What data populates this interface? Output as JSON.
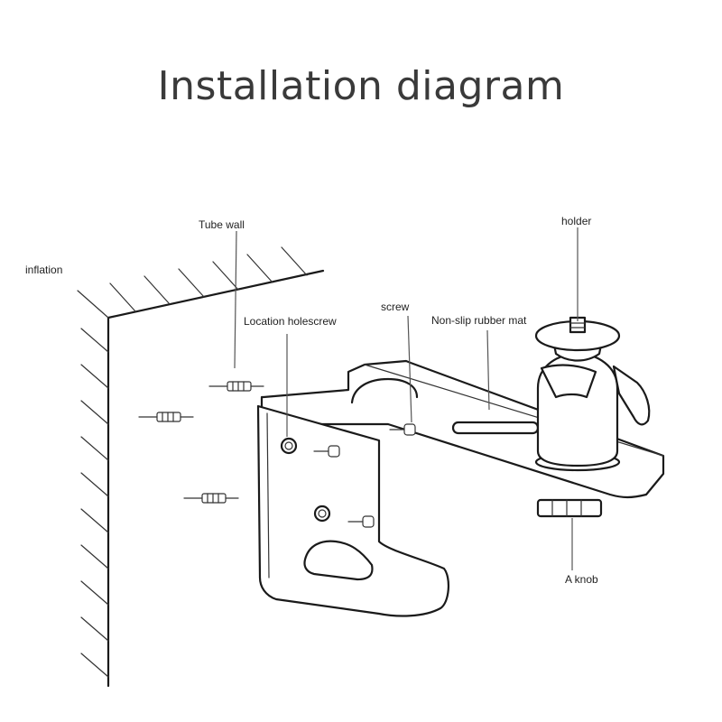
{
  "title": "Installation diagram",
  "labels": {
    "inflation": "inflation",
    "tube_wall": "Tube wall",
    "location_holescrew": "Location holescrew",
    "screw": "screw",
    "non_slip_rubber_mat": "Non-slip rubber mat",
    "holder": "holder",
    "a_knob": "A knob"
  }
}
